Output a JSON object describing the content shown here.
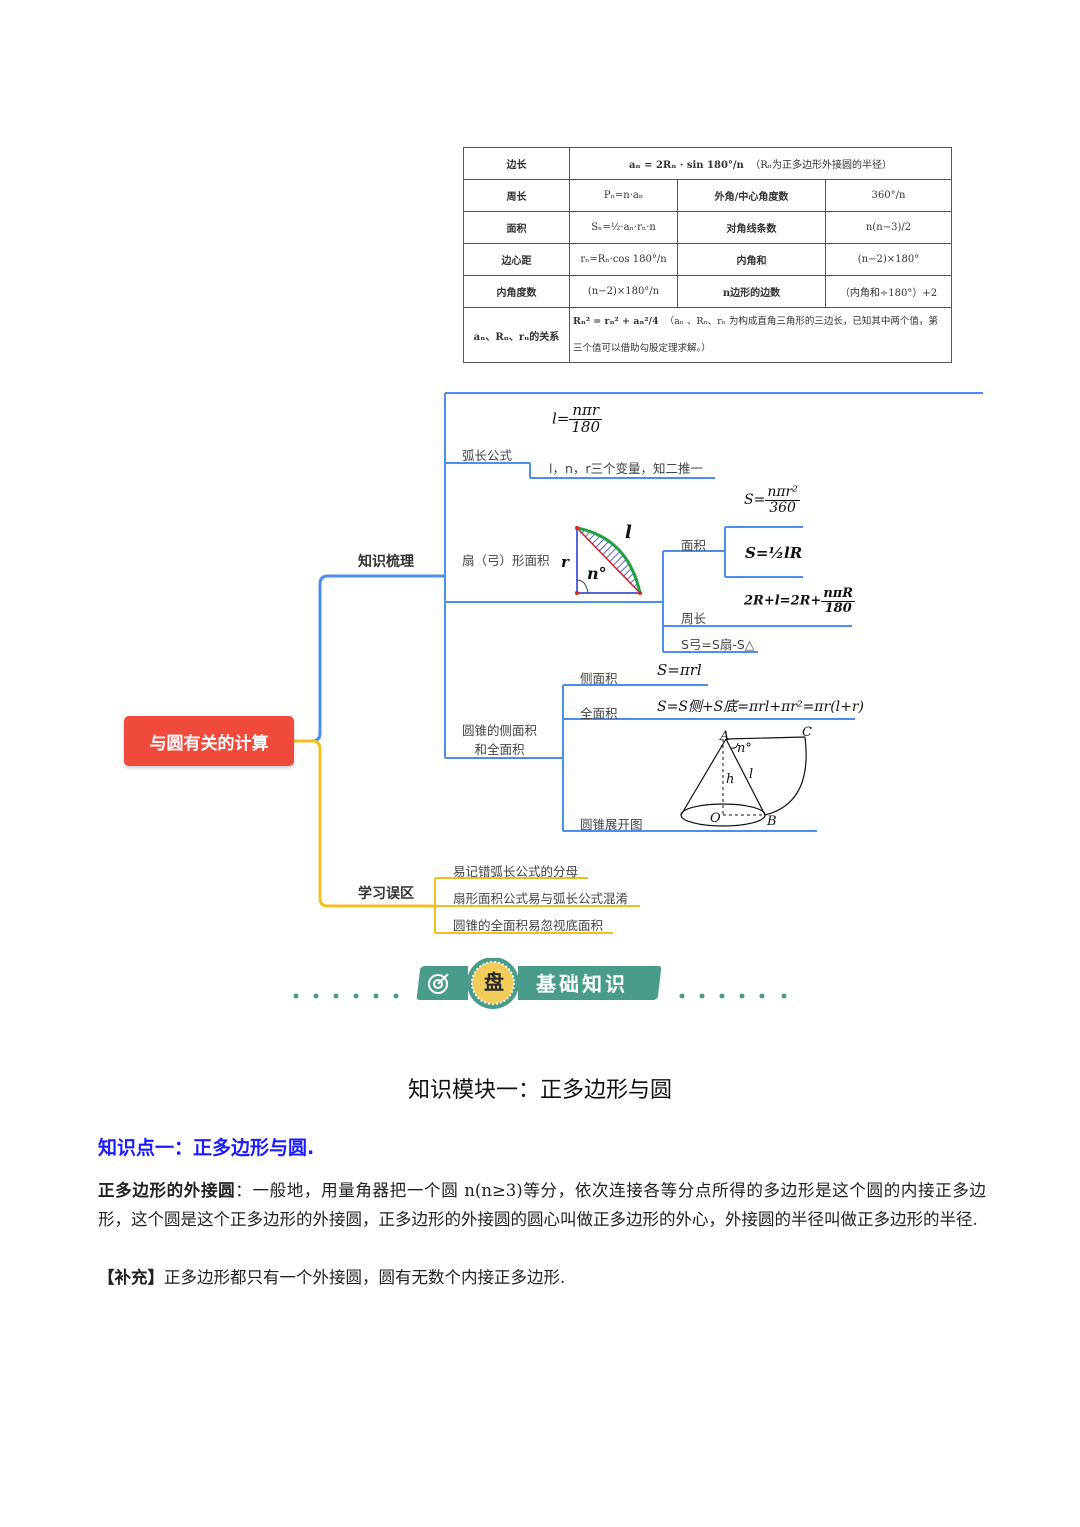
{
  "table": {
    "row1": {
      "label": "边长",
      "formula": "aₙ = 2Rₙ · sin 180°/n",
      "note": "（Rₙ为正多边形外接圆的半径）"
    },
    "row2": {
      "label": "周长",
      "formula": "Pₙ=n·aₙ",
      "label2": "外角/中心角度数",
      "value2": "360°/n"
    },
    "row3": {
      "label": "面积",
      "formula": "Sₙ=½·aₙ·rₙ·n",
      "label2": "对角线条数",
      "value2": "n(n−3)/2"
    },
    "row4": {
      "label": "边心距",
      "formula": "rₙ=Rₙ·cos 180°/n",
      "label2": "内角和",
      "value2": "(n−2)×180°"
    },
    "row5": {
      "label": "内角度数",
      "formula": "(n−2)×180°/n",
      "label2": "n边形的边数",
      "value2": "（内角和÷180°）+2"
    },
    "row6": {
      "label": "aₙ、Rₙ、rₙ的关系",
      "formula": "Rₙ² = rₙ² + aₙ²/4",
      "note_line1": "（aₙ 、Rₙ、rₙ 为构成直角三角形的三边长，已知其中两个值，第",
      "note_line2": "三个值可以借助勾股定理求解。）"
    }
  },
  "mindmap": {
    "central": "与圆有关的计算",
    "branch1": "知识梳理",
    "branch2": "学习误区",
    "arc": {
      "label": "弧长公式",
      "formula_lhs": "l=",
      "formula_num": "nπr",
      "formula_den": "180",
      "note": "l，n，r三个变量，知二推一"
    },
    "sector": {
      "label": "扇（弓）形面积",
      "fig_l": "l",
      "fig_r": "r",
      "fig_n": "n°",
      "area_label": "面积",
      "area_f1_lhs": "S=",
      "area_f1_num": "nπr²",
      "area_f1_den": "360",
      "area_f2": "S=½lR",
      "perimeter_label": "周长",
      "perimeter_f_lhs": "2R+l=2R+",
      "perimeter_f_num": "nπR",
      "perimeter_f_den": "180",
      "segment": "S弓=S扇-S△"
    },
    "cone": {
      "label_line1": "圆锥的侧面积",
      "label_line2": "和全面积",
      "lateral_label": "侧面积",
      "lateral_f": "S=πrl",
      "total_label": "全面积",
      "total_f": "S=S侧+S底=πrl+πr²=πr(l+r)",
      "net_label": "圆锥展开图",
      "fig_A": "A",
      "fig_C": "C",
      "fig_n": "n°",
      "fig_h": "h",
      "fig_l": "l",
      "fig_O": "O",
      "fig_B": "B"
    },
    "mistakes": [
      "易记错弧长公式的分母",
      "扇形面积公式易与弧长公式混淆",
      "圆锥的全面积易忽视底面积"
    ]
  },
  "banner": {
    "char": "盘",
    "text": "基础知识"
  },
  "module_title": "知识模块一：正多边形与圆",
  "point_title": "知识点一：正多边形与圆.",
  "paragraph": {
    "term": "正多边形的外接圆",
    "body": "：一般地，用量角器把一个圆 n(n≥3)等分，依次连接各等分点所得的多边形是这个圆的内接正多边形，这个圆是这个正多边形的外接圆，正多边形的外接圆的圆心叫做正多边形的外心，外接圆的半径叫做正多边形的半径."
  },
  "note": {
    "term": "【补充】",
    "body": "正多边形都只有一个外接圆，圆有无数个内接正多边形."
  },
  "colors": {
    "blue_branch": "#4a8ff0",
    "yellow_branch": "#f0c020",
    "central": "#ef4a3c",
    "banner": "#4a9c8a",
    "point_title": "#1a1aff"
  }
}
